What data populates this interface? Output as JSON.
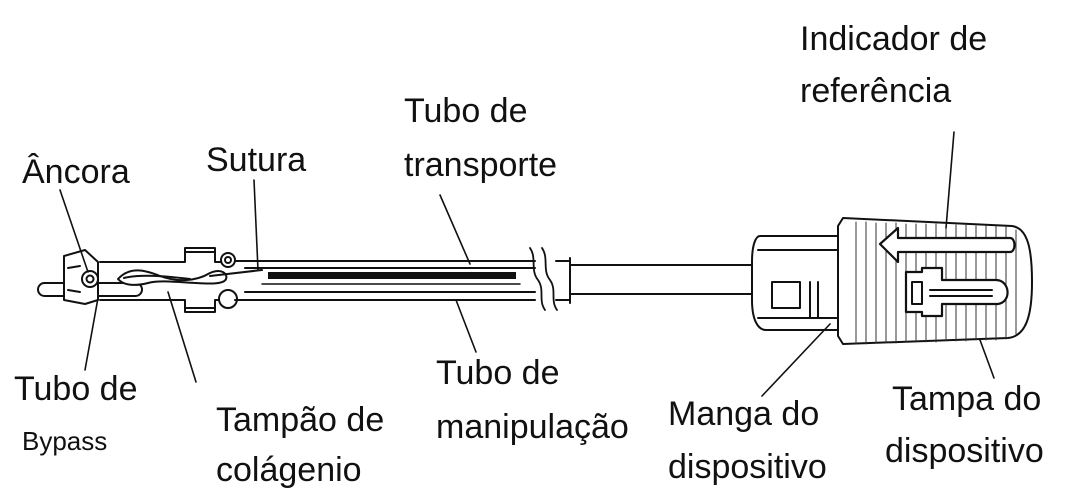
{
  "labels": {
    "ancora": "Âncora",
    "sutura": "Sutura",
    "tubo_transporte_1": "Tubo de",
    "tubo_transporte_2": "transporte",
    "indicador_1": "Indicador de",
    "indicador_2": "referência",
    "tubo_bypass_1": "Tubo de",
    "tubo_bypass_2": "Bypass",
    "tampao_1": "Tampão de",
    "tampao_2": "colágenio",
    "tubo_manip_1": "Tubo de",
    "tubo_manip_2": "manipulação",
    "manga_1": "Manga do",
    "manga_2": "dispositivo",
    "tampa_1": "Tampa do",
    "tampa_2": "dispositivo"
  },
  "colors": {
    "ink": "#111111",
    "collagen_bar": "#111111",
    "background": "#ffffff"
  }
}
